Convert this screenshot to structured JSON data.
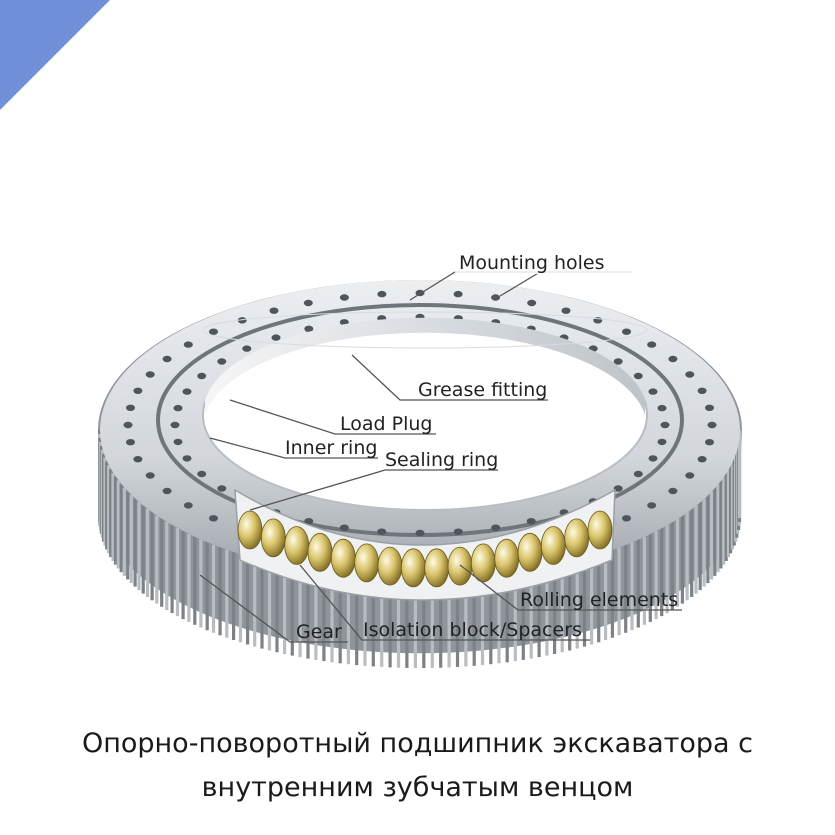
{
  "labels": {
    "mounting_holes": "Mounting holes",
    "grease_fitting": "Grease fitting",
    "load_plug": "Load Plug",
    "inner_ring": "Inner ring",
    "sealing_ring": "Sealing ring",
    "rolling_elements": "Rolling elements",
    "gear": "Gear",
    "isolation_block": "Isolation block/Spacers"
  },
  "caption": {
    "line1": "Опорно-поворотный подшипник экскаватора с",
    "line2": "внутренним зубчатым венцом"
  },
  "colors": {
    "corner_accent": "#6f8fd8",
    "ring_light": "#dfe2e6",
    "ring_shadow": "#a8adb3",
    "roller_gold": "#c9b25a",
    "leader_line": "#555555"
  }
}
